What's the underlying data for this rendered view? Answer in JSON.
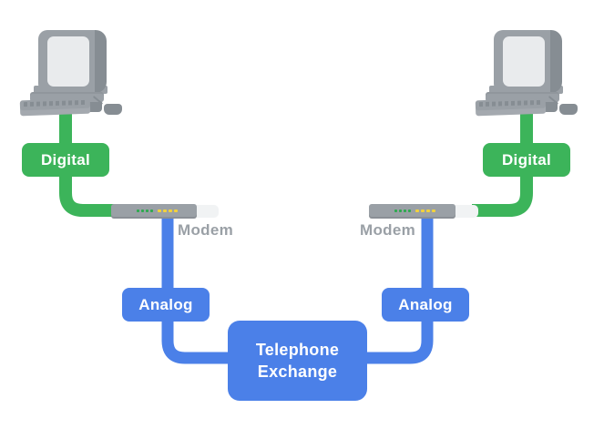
{
  "diagram": {
    "type": "network-diagram",
    "nodes": {
      "digital_left": {
        "label": "Digital"
      },
      "digital_right": {
        "label": "Digital"
      },
      "modem_left": {
        "label": "Modem"
      },
      "modem_right": {
        "label": "Modem"
      },
      "analog_left": {
        "label": "Analog"
      },
      "analog_right": {
        "label": "Analog"
      },
      "exchange": {
        "label_line1": "Telephone",
        "label_line2": "Exchange"
      }
    },
    "icons": {
      "computer_left": "desktop-computer-icon",
      "computer_right": "desktop-computer-icon",
      "modem_left": "modem-device-icon",
      "modem_right": "modem-device-icon"
    }
  },
  "colors": {
    "digital_green": "#3CB45A",
    "analog_blue": "#4B80E8",
    "device_gray": "#9AA0A6",
    "device_gray_dark": "#868D93",
    "screen_gray": "#E9EBED",
    "modem_light_gray": "#F1F3F4",
    "led_green": "#2EA94F",
    "led_yellow": "#F2D23C",
    "label_gray": "#9AA0A6",
    "text_white": "#FFFFFF",
    "background": "#FFFFFF"
  }
}
